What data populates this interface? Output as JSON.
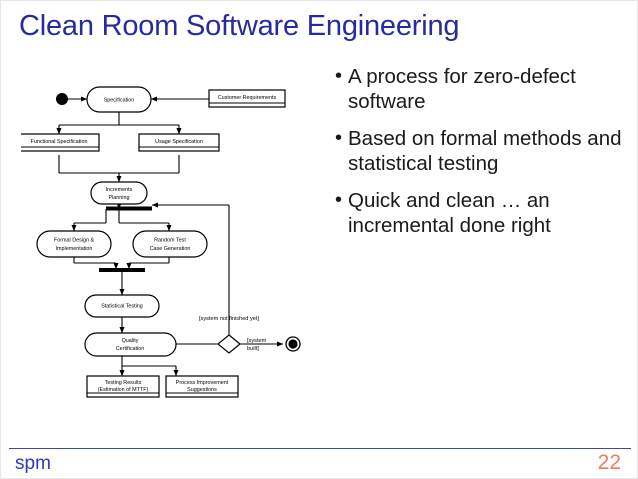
{
  "slide": {
    "title": "Clean Room Software Engineering",
    "bullets": [
      "A process for zero-defect software",
      "Based on formal methods and statistical testing",
      "Quick and clean … an incremental done right"
    ],
    "bullet_marker": "•"
  },
  "footer": {
    "label": "spm",
    "page_number": "22"
  },
  "colors": {
    "title": "#262C9E",
    "footer_label": "#2F3BB0",
    "footer_page": "#F0796B",
    "footer_rule": "#3A47B5",
    "diagram_stroke": "#000000",
    "diagram_fill": "#FFFFFF"
  },
  "diagram": {
    "type": "uml-activity-diagram",
    "nodes": {
      "start": {
        "kind": "initial-node",
        "label": ""
      },
      "specification": {
        "kind": "activity",
        "label": "Specification"
      },
      "customer_requirements": {
        "kind": "artifact",
        "label": "Customer Requirements"
      },
      "functional_specification": {
        "kind": "artifact",
        "label": "Functional Specification"
      },
      "usage_specification": {
        "kind": "artifact",
        "label": "Usage Specification"
      },
      "increments_planning": {
        "kind": "activity",
        "label_line1": "Increments",
        "label_line2": "Planning"
      },
      "fork_top": {
        "kind": "fork-bar"
      },
      "formal_design": {
        "kind": "activity",
        "label_line1": "Formal Design &",
        "label_line2": "Implementation"
      },
      "random_test": {
        "kind": "activity",
        "label_line1": "Random Test",
        "label_line2": "Case Generation"
      },
      "join_bottom": {
        "kind": "join-bar"
      },
      "statistical_testing": {
        "kind": "activity",
        "label": "Statistical Testing"
      },
      "quality_certification": {
        "kind": "activity",
        "label_line1": "Quality",
        "label_line2": "Certification"
      },
      "decision": {
        "kind": "decision-diamond"
      },
      "testing_results": {
        "kind": "artifact",
        "label_line1": "Testing Results",
        "label_line2": "(Estimation of MTTF)"
      },
      "process_improvement": {
        "kind": "artifact",
        "label_line1": "Process Improvement",
        "label_line2": "Suggestions"
      },
      "end": {
        "kind": "final-node",
        "label": ""
      }
    },
    "guards": {
      "not_finished": "[system not finished yet]",
      "built_line1": "[system",
      "built_line2": "built]"
    }
  }
}
